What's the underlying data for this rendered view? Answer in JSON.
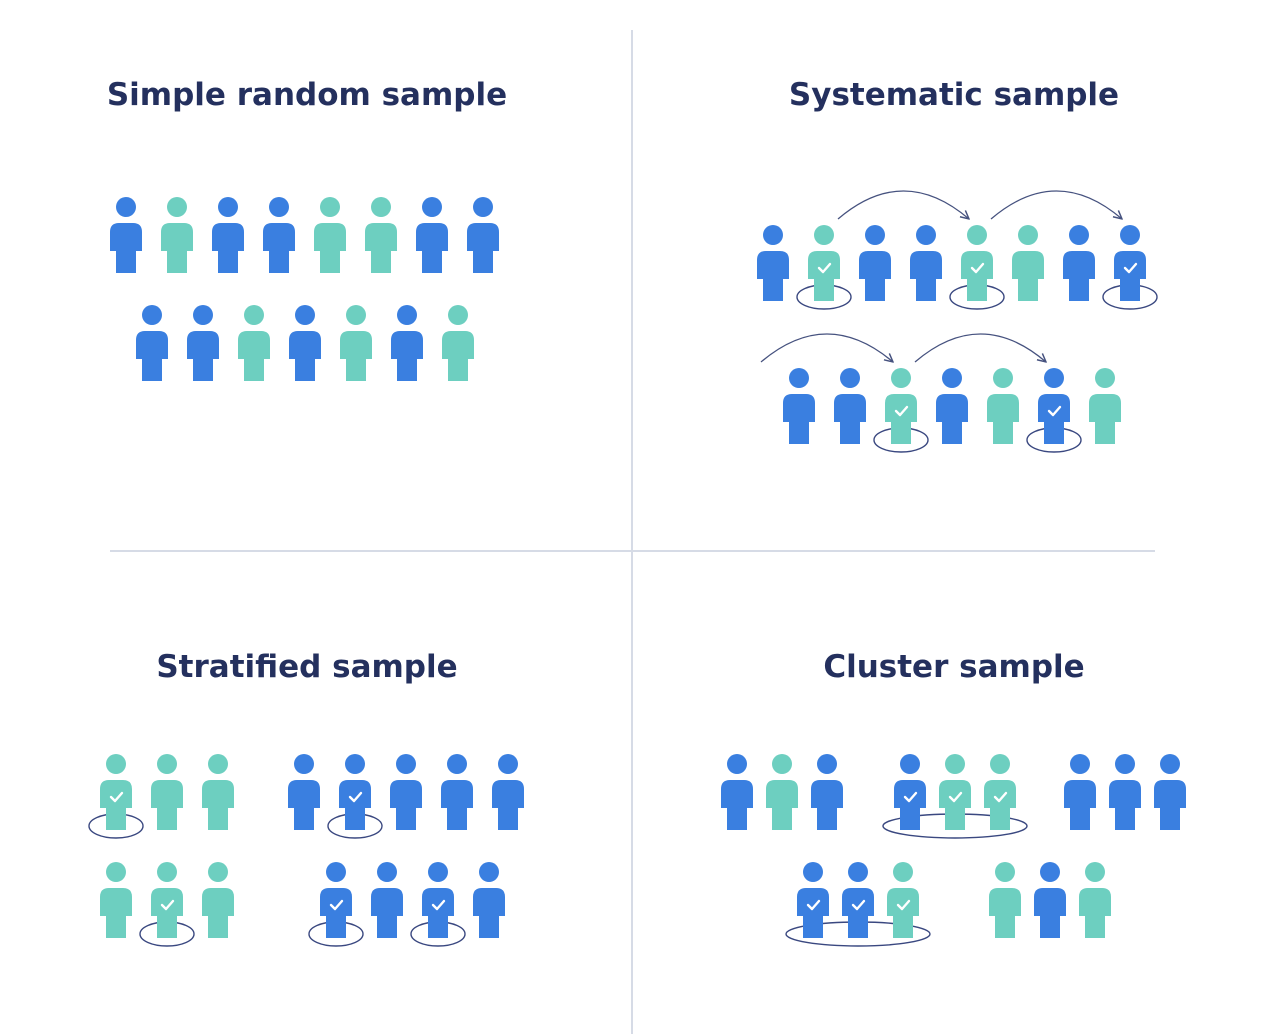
{
  "colors": {
    "background": "#ffffff",
    "divider": "#d6dbe6",
    "title": "#24305e",
    "person_blue": "#3a7fe0",
    "person_teal": "#6dcfc0",
    "selection_ring": "#3a4880",
    "arrow": "#46527f",
    "check": "#ffffff"
  },
  "icons": {
    "person": "person-icon",
    "check": "checkmark-icon",
    "ring": "selection-ring-icon",
    "arrow": "skip-arrow-icon"
  },
  "panels": [
    {
      "id": "simple-random",
      "title": "Simple random sample",
      "rows": [
        {
          "people": [
            {
              "color": "blue",
              "selected": false
            },
            {
              "color": "teal",
              "selected": false
            },
            {
              "color": "blue",
              "selected": false
            },
            {
              "color": "blue",
              "selected": false
            },
            {
              "color": "teal",
              "selected": false
            },
            {
              "color": "teal",
              "selected": false
            },
            {
              "color": "blue",
              "selected": false
            },
            {
              "color": "blue",
              "selected": false
            }
          ]
        },
        {
          "people": [
            {
              "color": "blue",
              "selected": false
            },
            {
              "color": "blue",
              "selected": false
            },
            {
              "color": "teal",
              "selected": false
            },
            {
              "color": "blue",
              "selected": false
            },
            {
              "color": "teal",
              "selected": false
            },
            {
              "color": "blue",
              "selected": false
            },
            {
              "color": "teal",
              "selected": false
            }
          ]
        }
      ]
    },
    {
      "id": "systematic",
      "title": "Systematic sample",
      "rows": [
        {
          "people": [
            {
              "color": "blue",
              "selected": false
            },
            {
              "color": "teal",
              "selected": true
            },
            {
              "color": "blue",
              "selected": false
            },
            {
              "color": "blue",
              "selected": false
            },
            {
              "color": "teal",
              "selected": true
            },
            {
              "color": "teal",
              "selected": false
            },
            {
              "color": "blue",
              "selected": false
            },
            {
              "color": "blue",
              "selected": true
            }
          ]
        },
        {
          "people": [
            {
              "color": "blue",
              "selected": false
            },
            {
              "color": "blue",
              "selected": false
            },
            {
              "color": "teal",
              "selected": true
            },
            {
              "color": "blue",
              "selected": false
            },
            {
              "color": "teal",
              "selected": false
            },
            {
              "color": "blue",
              "selected": true
            },
            {
              "color": "teal",
              "selected": false
            }
          ]
        }
      ],
      "arrows": [
        {
          "row": 0,
          "from": 1,
          "to": 4
        },
        {
          "row": 0,
          "from": 4,
          "to": 7
        },
        {
          "row": 1,
          "from": -1,
          "to": 2
        },
        {
          "row": 1,
          "from": 2,
          "to": 5
        }
      ]
    },
    {
      "id": "stratified",
      "title": "Stratified sample",
      "groups": [
        {
          "people": [
            {
              "color": "teal",
              "selected": true
            },
            {
              "color": "teal",
              "selected": false
            },
            {
              "color": "teal",
              "selected": false
            }
          ]
        },
        {
          "people": [
            {
              "color": "blue",
              "selected": false
            },
            {
              "color": "blue",
              "selected": true
            },
            {
              "color": "blue",
              "selected": false
            },
            {
              "color": "blue",
              "selected": false
            },
            {
              "color": "blue",
              "selected": false
            }
          ]
        },
        {
          "people": [
            {
              "color": "teal",
              "selected": false
            },
            {
              "color": "teal",
              "selected": true
            },
            {
              "color": "teal",
              "selected": false
            }
          ]
        },
        {
          "people": [
            {
              "color": "blue",
              "selected": true
            },
            {
              "color": "blue",
              "selected": false
            },
            {
              "color": "blue",
              "selected": true
            },
            {
              "color": "blue",
              "selected": false
            }
          ]
        }
      ]
    },
    {
      "id": "cluster",
      "title": "Cluster sample",
      "clusters": [
        {
          "selected": false,
          "people": [
            "blue",
            "teal",
            "blue"
          ]
        },
        {
          "selected": true,
          "people": [
            "blue",
            "teal",
            "teal"
          ]
        },
        {
          "selected": false,
          "people": [
            "blue",
            "blue",
            "blue"
          ]
        },
        {
          "selected": true,
          "people": [
            "blue",
            "blue",
            "teal"
          ]
        },
        {
          "selected": false,
          "people": [
            "teal",
            "blue",
            "teal"
          ]
        }
      ]
    }
  ]
}
